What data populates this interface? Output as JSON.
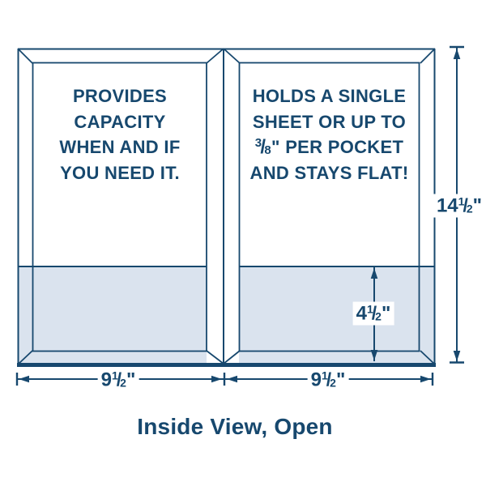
{
  "panels": {
    "left": {
      "lines": [
        "PROVIDES",
        "CAPACITY",
        "WHEN AND IF",
        "YOU NEED IT."
      ]
    },
    "right": {
      "line1": "HOLDS A SINGLE",
      "line2": "SHEET OR UP TO",
      "line3": {
        "frac_num": "3",
        "frac_slash": "/",
        "frac_den": "8",
        "rest": "\" PER POCKET"
      },
      "line4": "AND STAYS FLAT!"
    }
  },
  "dimensions": {
    "height": {
      "whole": "14",
      "num": "1",
      "slash": "/",
      "den": "2",
      "unit": "\""
    },
    "left_width": {
      "whole": "9",
      "num": "1",
      "slash": "/",
      "den": "2",
      "unit": "\""
    },
    "right_width": {
      "whole": "9",
      "num": "1",
      "slash": "/",
      "den": "2",
      "unit": "\""
    },
    "pocket_depth": {
      "whole": "4",
      "num": "1",
      "slash": "/",
      "den": "2",
      "unit": "\""
    }
  },
  "caption": "Inside View, Open",
  "colors": {
    "line": "#17486E",
    "text": "#17486E",
    "pocket_fill": "#DAE3EE",
    "background": "#FFFFFF"
  }
}
